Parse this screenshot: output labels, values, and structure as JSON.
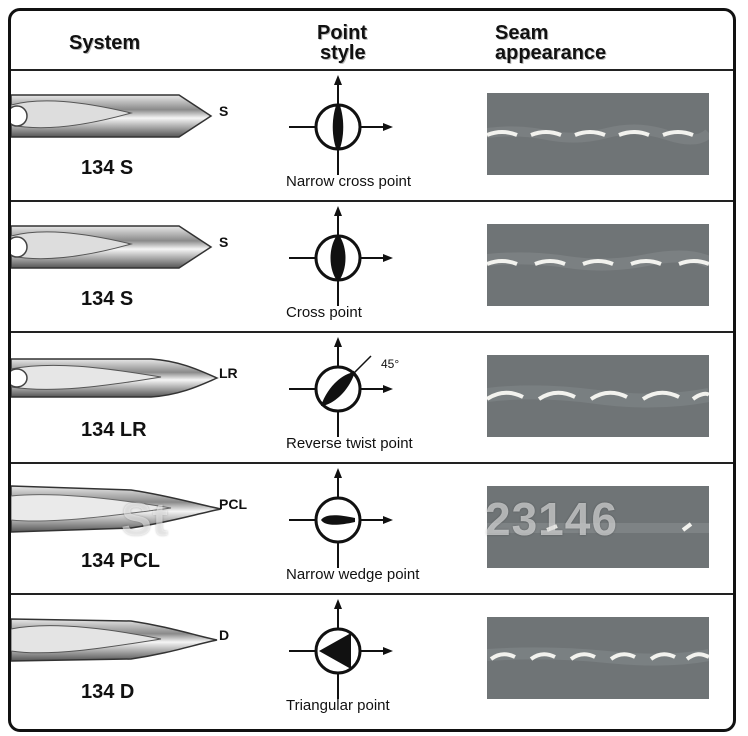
{
  "header": {
    "system": "System",
    "point_style_line1": "Point",
    "point_style_line2": "style",
    "seam_line1": "Seam",
    "seam_line2": "appearance"
  },
  "rows": [
    {
      "code": "S",
      "system": "134 S",
      "point": "Narrow cross point",
      "symbol": "narrow-cross-icon"
    },
    {
      "code": "S",
      "system": "134 S",
      "point": "Cross point",
      "symbol": "cross-icon"
    },
    {
      "code": "LR",
      "system": "134 LR",
      "point": "Reverse twist point",
      "symbol": "reverse-twist-icon",
      "angle": "45°"
    },
    {
      "code": "PCL",
      "system": "134 PCL",
      "point": "Narrow wedge point",
      "symbol": "narrow-wedge-icon"
    },
    {
      "code": "D",
      "system": "134 D",
      "point": "Triangular point",
      "symbol": "triangular-icon"
    }
  ],
  "watermark": {
    "left": "St",
    "right": "23146"
  },
  "colors": {
    "border": "#111111",
    "leather": "#6f7476",
    "thread": "#f2f2ee"
  }
}
